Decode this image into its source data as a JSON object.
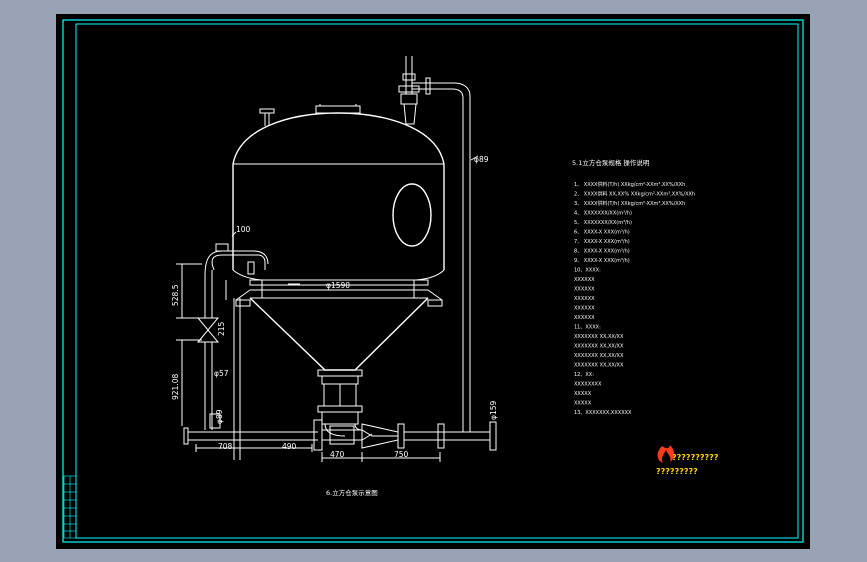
{
  "drawing": {
    "title_list": "5.1立方仓泵规格  操作说明",
    "caption": "6.立方仓泵示意图",
    "logo_text_top": "??????????",
    "logo_text_bottom": "?????????",
    "spec_items": [
      "1、 XXXX供料(T/h) XXkg/cm²-XXm³,XX%/XXh",
      "2、 XXXX供料 XX,XX% XXkg/cm²-XXm³,XX%/XXh",
      "3、 XXXX供料(T/h) XXkg/cm²-XXm³,XX%/XXh",
      "4、 XXXXXXX/XX(m³/h)",
      "5、 XXXXXXX/XX(m³/h)",
      "6、 XXXX-X XXX(m³/h)",
      "7、 XXXX-X XXX(m³/h)",
      "8、 XXXX-X XXX(m³/h)",
      "9、 XXXX-X XXX(m³/h)",
      "10、XXXX:",
      "   XXXXXX",
      "   XXXXXX",
      "   XXXXXX",
      "   XXXXXX",
      "   XXXXXX",
      "11、XXXX:",
      "   XXXXXXX XX,XX/XX",
      "   XXXXXXX XX,XX/XX",
      "   XXXXXXX XX,XX/XX",
      "   XXXXXXX XX,XX/XX",
      "12、XX:",
      "   XXXXXXXX",
      "   XXXXX",
      "   XXXXX",
      "13、XXXXXXX,XXXXXX"
    ]
  },
  "dimensions": {
    "d89_top": "φ89",
    "d100": "100",
    "d1590": "φ1590",
    "d5285": "528.5",
    "d215": "215",
    "d57": "φ57",
    "d92108": "921.08",
    "d89_bottom": "φ89",
    "d159": "φ159",
    "d708": "708",
    "d490": "490",
    "d470": "470",
    "d750": "750"
  },
  "colors": {
    "sheet_background": "#000000",
    "border": "#00ffff",
    "outer_background": "#9aa3b6",
    "lines": "#ffffff",
    "logo": "#ffd200"
  }
}
